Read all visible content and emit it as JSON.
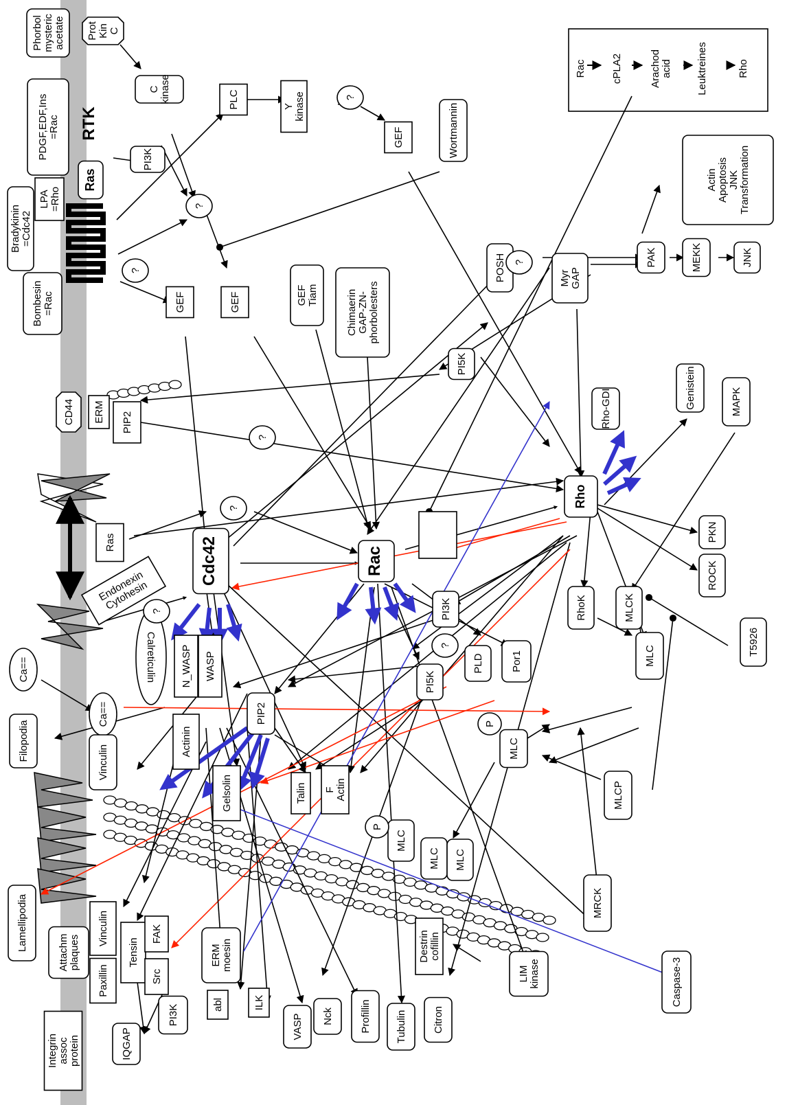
{
  "colors": {
    "black": "#000000",
    "red": "#ff2200",
    "blue": "#3333cc",
    "membrane": "#bdbdbd"
  },
  "nodes": {
    "phorbol": "Phorbol mysteric acetate",
    "prot_kin_c": "Prot Kin C",
    "c_kinase": "C kinase",
    "pdgf": "PDGF,EDF,Ins =Rac",
    "rtk": "RTK",
    "pi3k_top": "PI3K",
    "ras_top": "Ras",
    "lpa": "LPA =Rho",
    "bradykinin": "Bradykinin =Cdc42",
    "bombesin": "Bombesin =Rac",
    "plc": "PLC",
    "y_kinase": "Y kinase",
    "gef_1": "GEF",
    "gef_2": "GEF",
    "gef_3": "GEF",
    "wortmannin": "Wortmannin",
    "inset_rac": "Rac",
    "inset_cpla2": "cPLA2",
    "inset_arachod": "Arachod acid",
    "inset_leuk": "Leuktreines",
    "inset_rho": "Rho",
    "actin_list": "Actin Apoptosis JNK Transformation",
    "posh": "POSH",
    "pak": "PAK",
    "mekk": "MEKK",
    "jnk": "JNK",
    "myr_gap": "Myr GAP",
    "gef_tiam": "GEF Tiam",
    "chimaerin": "Chimaerin GAP-ZN- phorbolesters",
    "pi5k_top": "PI5K",
    "rho_gdi": "Rho-GDI",
    "genistein": "Genistein",
    "mapk": "MAPK",
    "cd44": "CD44",
    "erm_top": "ERM",
    "pip2_top": "PIP2",
    "rho": "Rho",
    "pkn": "PKN",
    "rock": "ROCK",
    "rhok": "RhoK",
    "mlck": "MLCK",
    "t5926": "T5926",
    "ras_mid": "Ras",
    "cdc42": "Cdc42",
    "rac": "Rac",
    "endonexin": "Endonexin Cytohesin",
    "calreticulin": "Calreticulin",
    "n_wasp": "N_WASP",
    "wasp": "WASP",
    "pi3k_mid": "PI3K",
    "pi5k_mid": "PI5K",
    "pld": "PLD",
    "por1": "Por1",
    "mlc_right": "MLC",
    "ca_out": "Ca==",
    "ca_in": "Ca==",
    "pip2_mid": "PIP2",
    "p_mlc": "MLC",
    "filopodia": "Filopodia",
    "vinculin_mid": "Vinculin",
    "actinin": "Actinin",
    "gelsolin": "Gelsolin",
    "talin": "Talin",
    "f_actin": "F Actin",
    "mlcp": "MLCP",
    "mlc_a": "MLC",
    "mlc_b": "MLC",
    "mlc_c": "MLC",
    "mrck": "MRCK",
    "lamellipodia": "Lamellipodia",
    "attachm": "Attachm plaques",
    "vinculin_low": "Vinculin",
    "paxillin": "Paxillin",
    "tensin": "Tensin",
    "fak": "FAK",
    "src": "Src",
    "erm_moesin": "ERM moesin",
    "destrin": "Destrin cofillin",
    "lim_kinase": "LIM kinase",
    "caspase3": "Caspase-3",
    "integrin": "Integrin assoc protein",
    "iqgap": "IQGAP",
    "pi3k_low": "PI3K",
    "abl": "abl",
    "ilk": "ILK",
    "vasp": "VASP",
    "nck": "Nck",
    "profillin": "Profillin",
    "tubulin": "Tubulin",
    "citron": "Citron",
    "p_label": "P",
    "q_mark": "?"
  }
}
